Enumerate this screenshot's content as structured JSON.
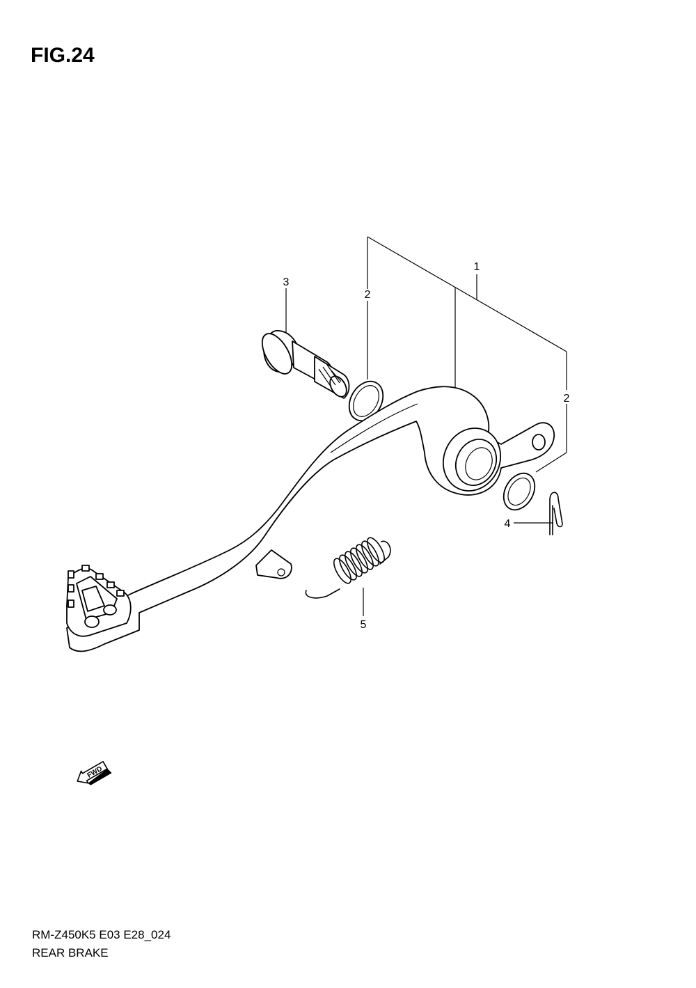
{
  "figure": {
    "title": "FIG.24"
  },
  "callouts": [
    {
      "id": "1",
      "label": "1"
    },
    {
      "id": "2a",
      "label": "2"
    },
    {
      "id": "2b",
      "label": "2"
    },
    {
      "id": "3",
      "label": "3"
    },
    {
      "id": "4",
      "label": "4"
    },
    {
      "id": "5",
      "label": "5"
    }
  ],
  "fwd_indicator": {
    "label": "FWD",
    "icon": "arrow-left-icon"
  },
  "footer": {
    "model_code": "RM-Z450K5 E03 E28_024",
    "section_name": "REAR BRAKE"
  }
}
